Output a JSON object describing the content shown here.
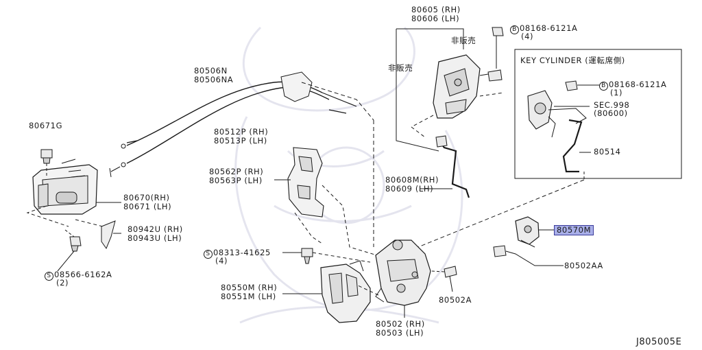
{
  "diagram_id": "J805005E",
  "labels": {
    "p80605": "80605 (RH)",
    "p80606": "80606 (LH)",
    "hihanbai_1": "非販売",
    "hihanbai_2": "非販売",
    "p80506n": "80506N",
    "p80506na": "80506NA",
    "p80671g": "80671G",
    "p80512p": "80512P (RH)",
    "p80513p": "80513P (LH)",
    "p80562p": "80562P (RH)",
    "p80563p": "80563P (LH)",
    "p80670": "80670(RH)",
    "p80671": "80671 (LH)",
    "p80942u": "80942U (RH)",
    "p80943u": "80943U (LH)",
    "bolt_08566_symbol": "S",
    "bolt_08566": "08566-6162A",
    "bolt_08566_qty": "(2)",
    "bolt_08313_symbol": "S",
    "bolt_08313": "08313-41625",
    "bolt_08313_qty": "(4)",
    "p80550m": "80550M (RH)",
    "p80551m": "80551M (LH)",
    "p80502": "80502 (RH)",
    "p80503": "80503 (LH)",
    "p80502a": "80502A",
    "p80502aa": "80502AA",
    "p80570m": "80570M",
    "p80608m": "80608M(RH)",
    "p80609": "80609 (LH)",
    "bolt_08168_top_symbol": "B",
    "bolt_08168_top": "08168-6121A",
    "bolt_08168_top_qty": "(4)",
    "key_cylinder_title": "KEY CYLINDER (運転席側)",
    "bolt_08168_kc_symbol": "B",
    "bolt_08168_kc": "08168-6121A",
    "bolt_08168_kc_qty": "(1)",
    "sec998": "SEC.998",
    "sec998_ref": "(80600)",
    "p80514": "80514"
  },
  "highlighted_part": "80570M"
}
